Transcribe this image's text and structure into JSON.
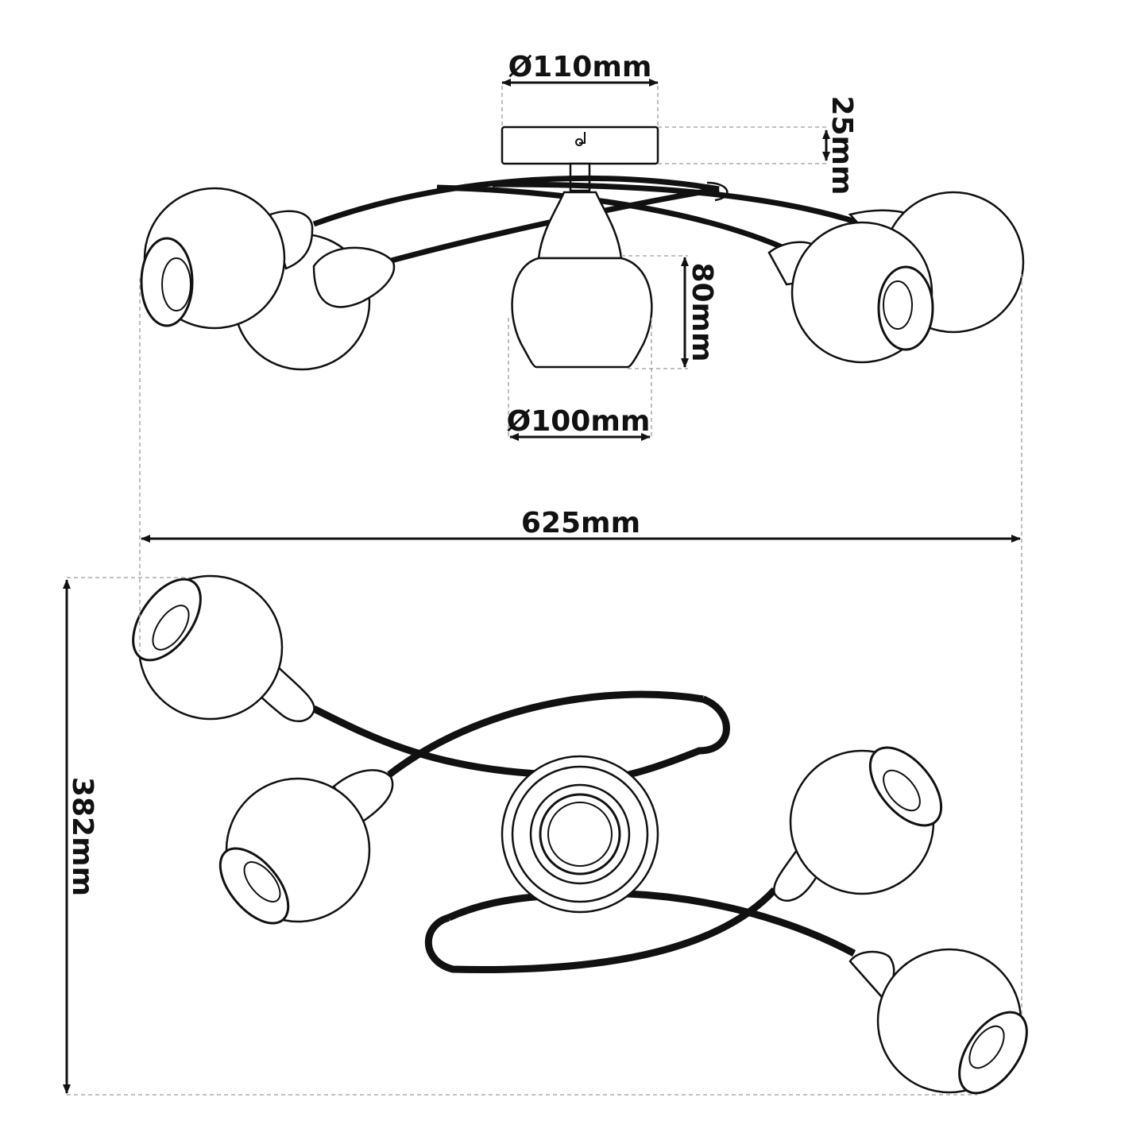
{
  "dimensions": {
    "canopy_diameter": "Ø110mm",
    "canopy_height": "25mm",
    "shade_height": "80mm",
    "shade_diameter": "Ø100mm",
    "overall_width": "625mm",
    "overall_depth": "382mm"
  },
  "colors": {
    "line": "#111111",
    "guide": "#9a9a9a",
    "background": "#ffffff"
  }
}
